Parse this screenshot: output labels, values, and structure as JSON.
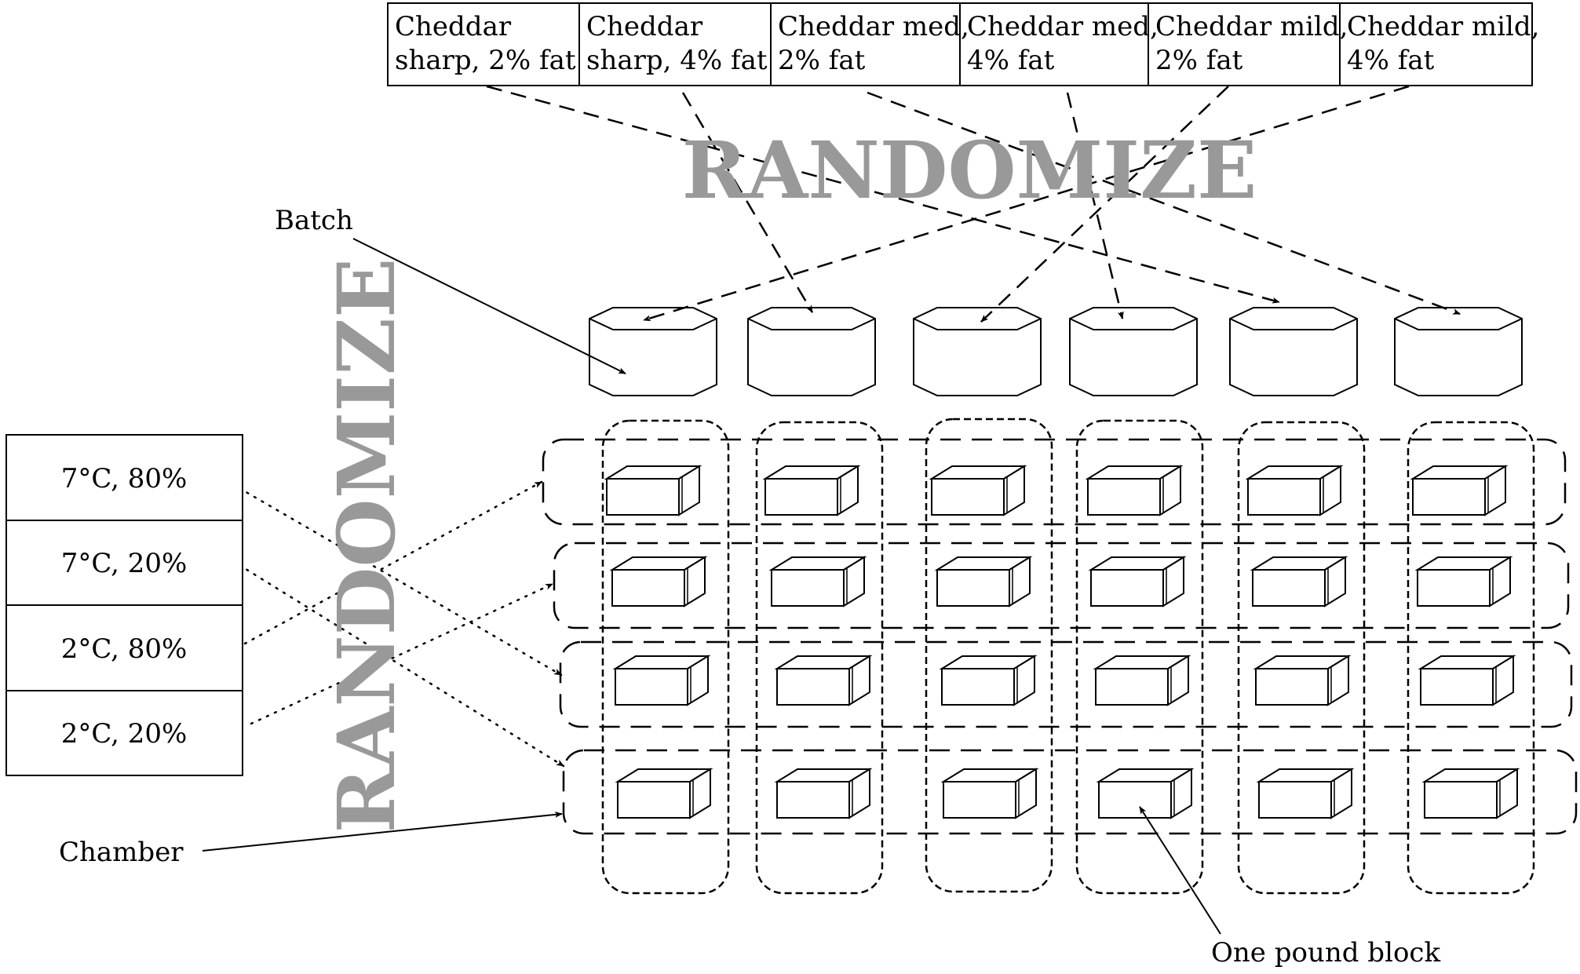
{
  "treatments": [
    [
      "Cheddar",
      "sharp, 2% fat"
    ],
    [
      "Cheddar",
      "sharp, 4% fat"
    ],
    [
      "Cheddar med,",
      "2% fat"
    ],
    [
      "Cheddar med,",
      "4% fat"
    ],
    [
      "Cheddar mild,",
      "2% fat"
    ],
    [
      "Cheddar mild,",
      "4% fat"
    ]
  ],
  "conditions": [
    "7°C, 80%",
    "7°C, 20%",
    "2°C, 80%",
    "2°C, 20%"
  ],
  "randomize_top": "RANDOMIZE",
  "randomize_side": "RANDOMIZE",
  "label_batch": "Batch",
  "label_chamber": "Chamber",
  "label_block": "One pound block",
  "colors": {
    "randomize_text": "#999999",
    "stroke": "#000000"
  }
}
